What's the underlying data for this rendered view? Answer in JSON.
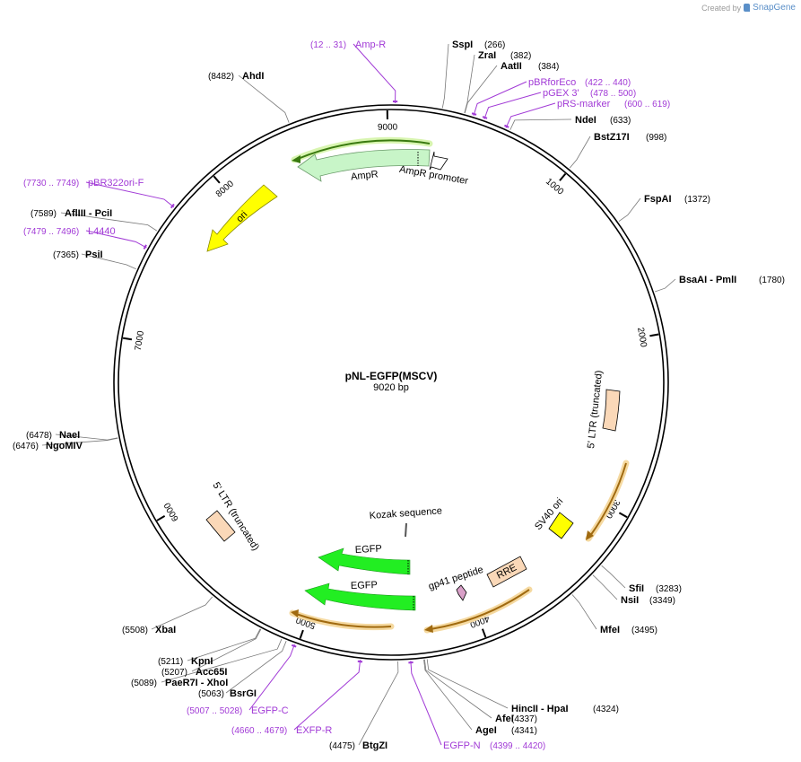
{
  "brand": {
    "created_by": "Created by",
    "product": "SnapGene"
  },
  "plasmid": {
    "name": "pNL-EGFP(MSCV)",
    "length_label": "9020 bp",
    "length": 9020
  },
  "ticks": [
    {
      "pos": 1000,
      "label": "1000"
    },
    {
      "pos": 2000,
      "label": "2000"
    },
    {
      "pos": 3000,
      "label": "3000"
    },
    {
      "pos": 4000,
      "label": "4000"
    },
    {
      "pos": 5000,
      "label": "5000"
    },
    {
      "pos": 6000,
      "label": "6000"
    },
    {
      "pos": 7000,
      "label": "7000"
    },
    {
      "pos": 8000,
      "label": "8000"
    },
    {
      "pos": 9000,
      "label": "9000"
    }
  ],
  "sites": [
    {
      "name": "SspI",
      "pos_label": "(266)",
      "pos": 266
    },
    {
      "name": "ZraI",
      "pos_label": "(382)",
      "pos": 382
    },
    {
      "name": "AatII",
      "pos_label": "(384)",
      "pos": 384
    },
    {
      "name": "NdeI",
      "pos_label": "(633)",
      "pos": 633
    },
    {
      "name": "BstZ17I",
      "pos_label": "(998)",
      "pos": 998
    },
    {
      "name": "FspAI",
      "pos_label": "(1372)",
      "pos": 1372
    },
    {
      "name": "BsaAI - PmlI",
      "pos_label": "(1780)",
      "pos": 1780
    },
    {
      "name": "SfiI",
      "pos_label": "(3283)",
      "pos": 3283
    },
    {
      "name": "NsiI",
      "pos_label": "(3349)",
      "pos": 3349
    },
    {
      "name": "MfeI",
      "pos_label": "(3495)",
      "pos": 3495
    },
    {
      "name": "HincII - HpaI",
      "pos_label": "(4324)",
      "pos": 4324
    },
    {
      "name": "AfeI",
      "pos_label": "(4337)",
      "pos": 4337
    },
    {
      "name": "AgeI",
      "pos_label": "(4341)",
      "pos": 4341
    },
    {
      "name": "BtgZI",
      "pos_label": "(4475)",
      "pos": 4475
    },
    {
      "name": "BsrGI",
      "pos_label": "(5063)",
      "pos": 5063
    },
    {
      "name": "PaeR7I - XhoI",
      "pos_label": "(5089)",
      "pos": 5089
    },
    {
      "name": "Acc65I",
      "pos_label": "(5207)",
      "pos": 5207
    },
    {
      "name": "KpnI",
      "pos_label": "(5211)",
      "pos": 5211
    },
    {
      "name": "XbaI",
      "pos_label": "(5508)",
      "pos": 5508
    },
    {
      "name": "NgoMIV",
      "pos_label": "(6476)",
      "pos": 6476
    },
    {
      "name": "NaeI",
      "pos_label": "(6478)",
      "pos": 6478
    },
    {
      "name": "PsiI",
      "pos_label": "(7365)",
      "pos": 7365
    },
    {
      "name": "AflIII - PciI",
      "pos_label": "(7589)",
      "pos": 7589
    },
    {
      "name": "AhdI",
      "pos_label": "(8482)",
      "pos": 8482
    }
  ],
  "primers": [
    {
      "name": "Amp-R",
      "range_label": "(12 .. 31)",
      "pos": 21
    },
    {
      "name": "pBRforEco",
      "range_label": "(422 .. 440)",
      "pos": 431
    },
    {
      "name": "pGEX 3'",
      "range_label": "(478 .. 500)",
      "pos": 489
    },
    {
      "name": "pRS-marker",
      "range_label": "(600 .. 619)",
      "pos": 609
    },
    {
      "name": "EGFP-N",
      "range_label": "(4399 .. 4420)",
      "pos": 4409
    },
    {
      "name": "EXFP-R",
      "range_label": "(4660 .. 4679)",
      "pos": 4669
    },
    {
      "name": "EGFP-C",
      "range_label": "(5007 .. 5028)",
      "pos": 5017
    },
    {
      "name": "L4440",
      "range_label": "(7479 .. 7496)",
      "pos": 7487
    },
    {
      "name": "pBR322ori-F",
      "range_label": "(7730 .. 7749)",
      "pos": 7739
    }
  ],
  "features": [
    {
      "name": "AmpR",
      "color": "#c8f5c8"
    },
    {
      "name": "AmpR promoter",
      "color": "#ffffff"
    },
    {
      "name": "ori",
      "color": "#ffff00"
    },
    {
      "name": "5' LTR (truncated)",
      "color": "#fad8b8"
    },
    {
      "name": "SV40 ori",
      "color": "#ffff00"
    },
    {
      "name": "RRE",
      "color": "#fad8b8"
    },
    {
      "name": "gp41 peptide",
      "color": "#d9a0c8"
    },
    {
      "name": "Kozak sequence",
      "color": "#555555"
    },
    {
      "name": "EGFP",
      "color": "#22ee22"
    },
    {
      "name": "EGFP",
      "color": "#22ee22"
    },
    {
      "name": "5' LTR (truncated)",
      "color": "#fad8b8"
    }
  ],
  "colors": {
    "primer": "#a13ad6",
    "orf_glow": "#f5d9a0",
    "orf_line": "#a06a10",
    "amp_orf_glow": "#d8f5b0",
    "amp_orf_line": "#3a7a10"
  }
}
